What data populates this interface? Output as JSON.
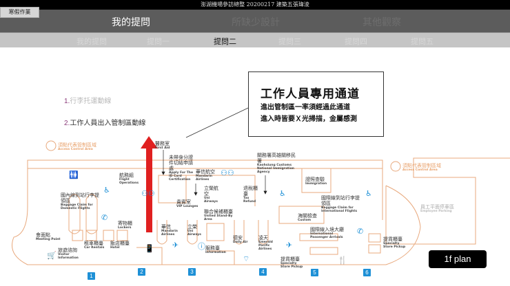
{
  "header": {
    "title": "澎湖機場參訪總整 20200217 建築五張瑋淩",
    "homework_button": "寒假作業"
  },
  "tabs": [
    {
      "label": "我的提問",
      "active": true
    },
    {
      "label": "所缺少設計",
      "active": false
    },
    {
      "label": "其他觀察",
      "active": false
    }
  ],
  "subtabs": [
    {
      "label": "我的提問"
    },
    {
      "label": "提問一"
    },
    {
      "label": "提問二",
      "active": true
    },
    {
      "label": "提問三"
    },
    {
      "label": "提問四"
    },
    {
      "label": "提問五"
    }
  ],
  "legend": [
    {
      "num": "1.",
      "text": "行李托運動線"
    },
    {
      "num": "2.",
      "text": "工作人員出入管制區動線"
    }
  ],
  "callout": {
    "title": "工作人員專用通道",
    "line1": "進出管制區一率須經過此通道",
    "line2": "進入時皆要Ｘ光掃描，金屬感測"
  },
  "plan": {
    "labels": [
      {
        "zh": "須點代表管制區域",
        "en": "Access Control Area"
      },
      {
        "zh": "醫務室",
        "en": "First Aid"
      },
      {
        "zh": "未帶身分證件切結申請處",
        "en": "Apply For The ID Card Certification"
      },
      {
        "zh": "華信航空",
        "en": "Mandarin Airlines"
      },
      {
        "zh": "航務組",
        "en": "Flight Operations"
      },
      {
        "zh": "國內線到站行李提領區",
        "en": "Baggage Claim for Domestic Flights"
      },
      {
        "zh": "貴賓室",
        "en": "VIP Lounges"
      },
      {
        "zh": "立榮航空",
        "en": "Uni Airways"
      },
      {
        "zh": "退稅櫃臺",
        "en": "Tax Refund"
      },
      {
        "zh": "聯合候補櫃臺",
        "en": "United Stand-By Area"
      },
      {
        "zh": "關務署高雄關移民署",
        "en": "Kaohsiung Customs National Immigration Agency"
      },
      {
        "zh": "證照查驗",
        "en": "Immigration"
      },
      {
        "zh": "國際線到站行李提領區",
        "en": "Baggage Claim for International Flights"
      },
      {
        "zh": "海關檢查",
        "en": "Custom"
      },
      {
        "zh": "須點代表管制區域",
        "en": "Access Control Area"
      },
      {
        "zh": "員工平面停車區",
        "en": "Employee Parking"
      },
      {
        "zh": "寄物櫃",
        "en": "Lockers"
      },
      {
        "zh": "會面點",
        "en": "Meeting Point"
      },
      {
        "zh": "旅遊諮詢",
        "en": "Visitor Information"
      },
      {
        "zh": "租車櫃臺",
        "en": "Car Rentals"
      },
      {
        "zh": "飯店櫃臺",
        "en": "Hotel"
      },
      {
        "zh": "華信",
        "en": "Mandarin Airlines"
      },
      {
        "zh": "立榮",
        "en": "Uni Airways"
      },
      {
        "zh": "服務臺",
        "en": "Information"
      },
      {
        "zh": "德安",
        "en": "Daily Air"
      },
      {
        "zh": "凌天",
        "en": "Emerald Pacific Airlines"
      },
      {
        "zh": "提貨櫃臺",
        "en": "Specialty Store Pickup"
      },
      {
        "zh": "國際線入境大廳",
        "en": "International Passenger Arrivals"
      },
      {
        "zh": "提貨櫃臺",
        "en": "Specialty Store Pickup"
      }
    ],
    "gates": [
      "1",
      "2",
      "3",
      "4",
      "5",
      "6"
    ],
    "colors": {
      "outline": "#e8a87c",
      "icon": "#1e90d6",
      "arrow": "#e02020"
    }
  },
  "plan_button": "1f plan"
}
